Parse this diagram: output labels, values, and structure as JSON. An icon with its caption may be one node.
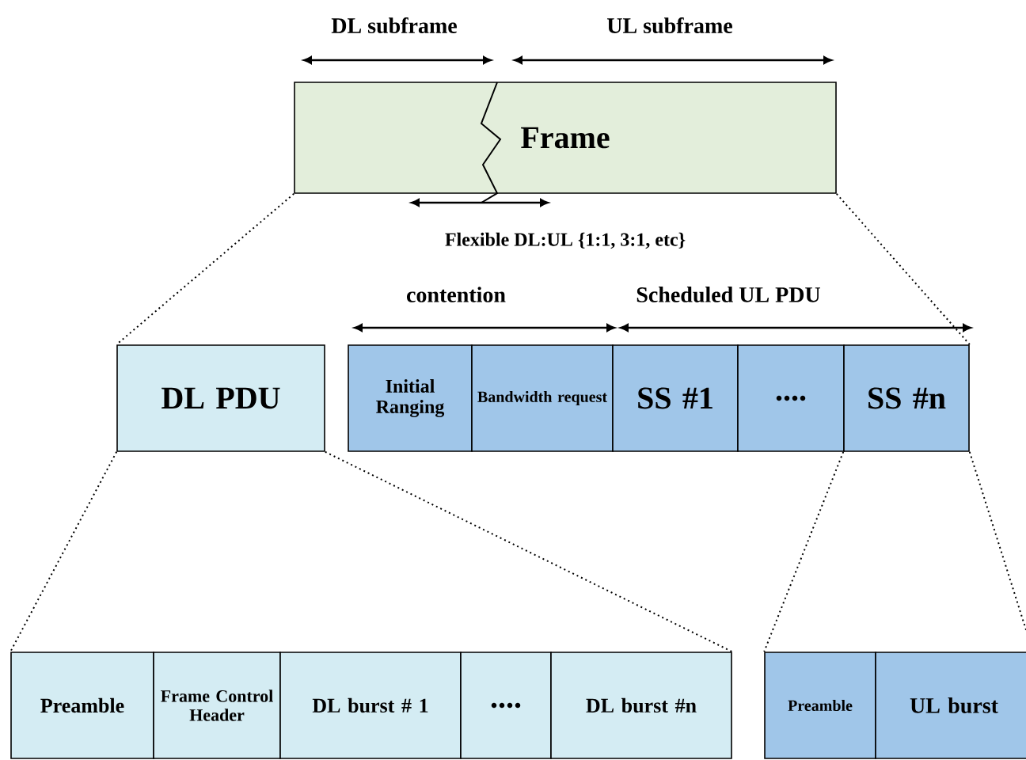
{
  "diagram": {
    "nodes": [
      {
        "text": [
          "Frame"
        ]
      },
      {
        "text": [
          "DL PDU"
        ]
      },
      {
        "text": [
          "Initial Ranging"
        ]
      },
      {
        "text": [
          "Bandwidth request"
        ]
      },
      {
        "text": [
          "SS #1"
        ]
      },
      {
        "text": [
          "...."
        ]
      },
      {
        "text": [
          "SS #n"
        ]
      },
      {
        "text": [
          "Preamble"
        ]
      },
      {
        "text": [
          "Frame Control Header"
        ]
      },
      {
        "text": [
          "DL burst # 1"
        ]
      },
      {
        "text": [
          "...."
        ]
      },
      {
        "text": [
          "DL burst #n"
        ]
      },
      {
        "text": [
          "Preamble"
        ]
      },
      {
        "text": [
          "UL burst"
        ]
      }
    ],
    "edges": [
      {
        "from": 0,
        "to": 1,
        "arrow": "none",
        "style": "dashed"
      },
      {
        "from": 0,
        "to": 6,
        "arrow": "none",
        "style": "dashed"
      },
      {
        "from": 1,
        "to": 7,
        "arrow": "none",
        "style": "dashed"
      },
      {
        "from": 1,
        "to": 11,
        "arrow": "none",
        "style": "dashed"
      },
      {
        "from": 6,
        "to": 12,
        "arrow": "none",
        "style": "dashed"
      },
      {
        "from": 6,
        "to": 13,
        "arrow": "none",
        "style": "dashed"
      }
    ],
    "labels": [
      "DL subframe",
      "UL subframe",
      "Flexible DL:UL {1:1, 3:1, etc}",
      "contention",
      "Scheduled UL PDU"
    ]
  }
}
